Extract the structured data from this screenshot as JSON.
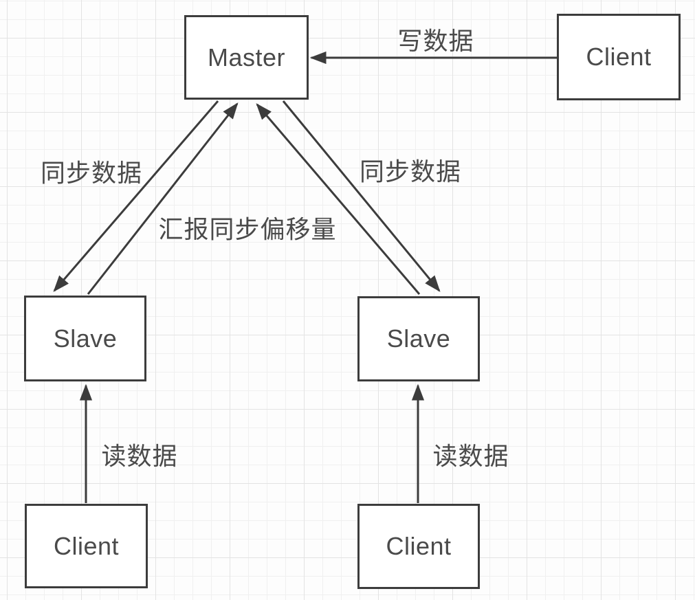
{
  "colors": {
    "stroke": "#3c3c3c",
    "text": "#4a4a4a",
    "node_fill": "#ffffff",
    "background": "#fdfdfd",
    "grid_minor": "#f0f0f0",
    "grid_major": "#e3e3e3"
  },
  "nodes": {
    "master": "Master",
    "client_top": "Client",
    "slave_left": "Slave",
    "slave_right": "Slave",
    "client_bottom_left": "Client",
    "client_bottom_right": "Client"
  },
  "edge_labels": {
    "write": "写数据",
    "sync_left": "同步数据",
    "sync_right": "同步数据",
    "report_offset": "汇报同步偏移量",
    "read_left": "读数据",
    "read_right": "读数据"
  },
  "edges": [
    {
      "id": "write",
      "from": "client_top",
      "to": "master",
      "label": "写数据"
    },
    {
      "id": "sync_left",
      "from": "master",
      "to": "slave_left",
      "label": "同步数据"
    },
    {
      "id": "report_left",
      "from": "slave_left",
      "to": "master",
      "label": "汇报同步偏移量"
    },
    {
      "id": "sync_right",
      "from": "master",
      "to": "slave_right",
      "label": "同步数据"
    },
    {
      "id": "report_right",
      "from": "slave_right",
      "to": "master",
      "label": ""
    },
    {
      "id": "read_left",
      "from": "client_bottom_left",
      "to": "slave_left",
      "label": "读数据"
    },
    {
      "id": "read_right",
      "from": "client_bottom_right",
      "to": "slave_right",
      "label": "读数据"
    }
  ]
}
